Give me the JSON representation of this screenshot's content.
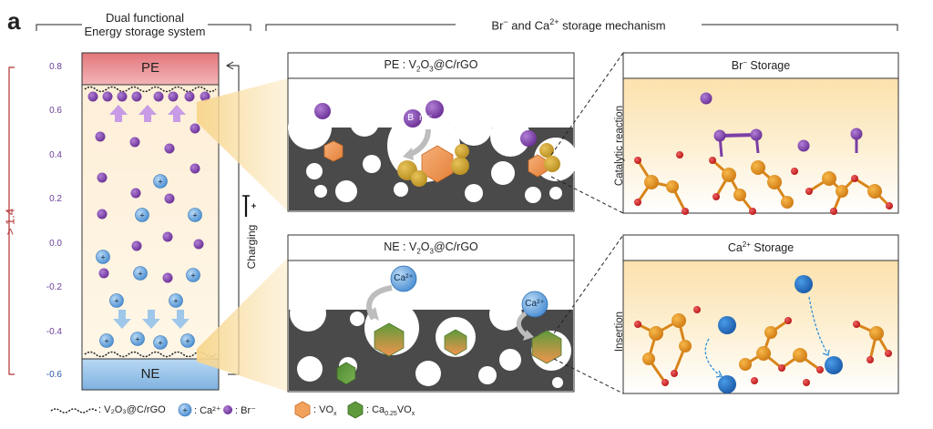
{
  "panel_label": "a",
  "left_header": {
    "line1": "Dual functional",
    "line2": "Energy storage system"
  },
  "right_header": {
    "pre": "Br",
    "sup1": "−",
    "mid": " and Ca",
    "sup2": "2+",
    "post": " storage mechanism"
  },
  "axis": {
    "ticks": [
      "0.8",
      "0.6",
      "0.4",
      "0.2",
      "0.0",
      "-0.2",
      "-0.4",
      "-0.6"
    ],
    "window_label": "> 1.4"
  },
  "cell": {
    "top_electrode": "PE",
    "bottom_electrode": "NE",
    "charging_label": "Charging"
  },
  "pe_panel": {
    "prefix": "PE : V",
    "sub1": "2",
    "mid": "O",
    "sub2": "3",
    "suffix": "@C/rGO",
    "ion_label": "Br⁻"
  },
  "ne_panel": {
    "prefix": "NE : V",
    "sub1": "2",
    "mid": "O",
    "sub2": "3",
    "suffix": "@C/rGO",
    "ion_label": "Ca²⁺"
  },
  "br_storage": {
    "title_pre": "Br",
    "title_sup": "−",
    "title_post": " Storage",
    "side_label": "Catalytic reaction"
  },
  "ca_storage": {
    "title_pre": "Ca",
    "title_sup": "2+",
    "title_post": " Storage",
    "side_label": "Insertion"
  },
  "legend": {
    "electrode": ": V₂O₃@C/rGO",
    "cation": ": Ca²⁺",
    "anion": ": Br⁻",
    "vox": ": VO",
    "vox_sub": "x",
    "cavox_pre": ": Ca",
    "cavox_sub": "0.25",
    "cavox_mid": "VO",
    "cavox_sub2": "x"
  },
  "colors": {
    "pe_red": "#e88a8f",
    "ne_blue": "#8dbde6",
    "electrolyte": "#fdf1dc",
    "bromide": "#7b3fa6",
    "calcium": "#2f79c9",
    "carbon": "#4a4a4a",
    "vox": "#f2a25c",
    "cavox": "#5e9a3c",
    "vanadium": "#e08a1e",
    "oxygen": "#d42020",
    "axis_red": "#b03030"
  }
}
